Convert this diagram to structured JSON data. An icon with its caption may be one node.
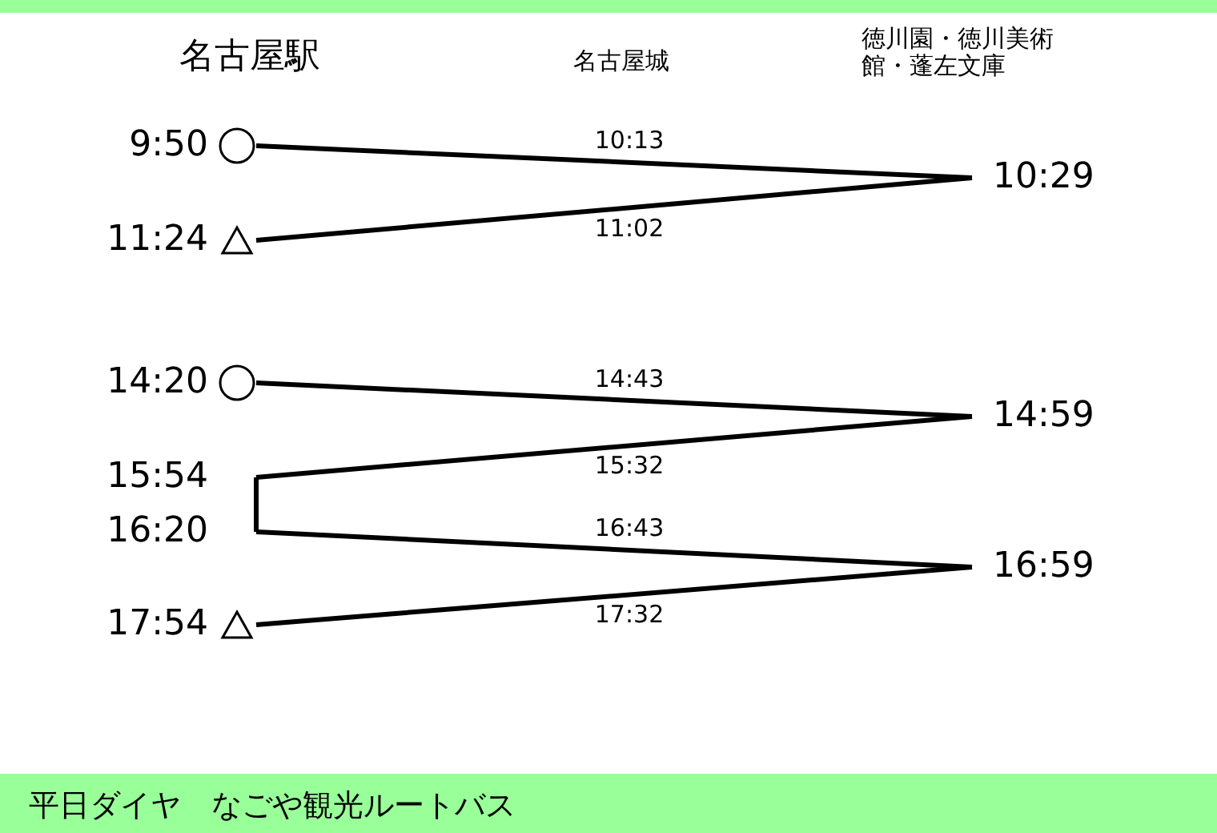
{
  "diagram": {
    "caption": "平日ダイヤ　なごや観光ルートバス",
    "nodes": [
      {
        "text": [
          "9:50"
        ]
      },
      {
        "text": [
          "10:29"
        ]
      },
      {
        "text": [
          "11:24"
        ]
      },
      {
        "text": [
          "14:20"
        ]
      },
      {
        "text": [
          "14:59"
        ]
      },
      {
        "text": [
          "15:54"
        ]
      },
      {
        "text": [
          "16:20"
        ]
      },
      {
        "text": [
          "16:59"
        ]
      },
      {
        "text": [
          "17:54"
        ]
      }
    ],
    "edges": [
      {
        "from": 0,
        "to": 1,
        "arrow": "none",
        "label": "10:13"
      },
      {
        "from": 1,
        "to": 2,
        "arrow": "none",
        "label": "11:02"
      },
      {
        "from": 3,
        "to": 4,
        "arrow": "none",
        "label": "14:43"
      },
      {
        "from": 4,
        "to": 5,
        "arrow": "none",
        "label": "15:32"
      },
      {
        "from": 5,
        "to": 6,
        "arrow": "none"
      },
      {
        "from": 6,
        "to": 7,
        "arrow": "none",
        "label": "16:43"
      },
      {
        "from": 7,
        "to": 8,
        "arrow": "none",
        "label": "17:32"
      }
    ],
    "labels": [
      "名古屋駅",
      "名古屋城",
      "徳川園・徳川美術館・蓬左文庫"
    ]
  }
}
